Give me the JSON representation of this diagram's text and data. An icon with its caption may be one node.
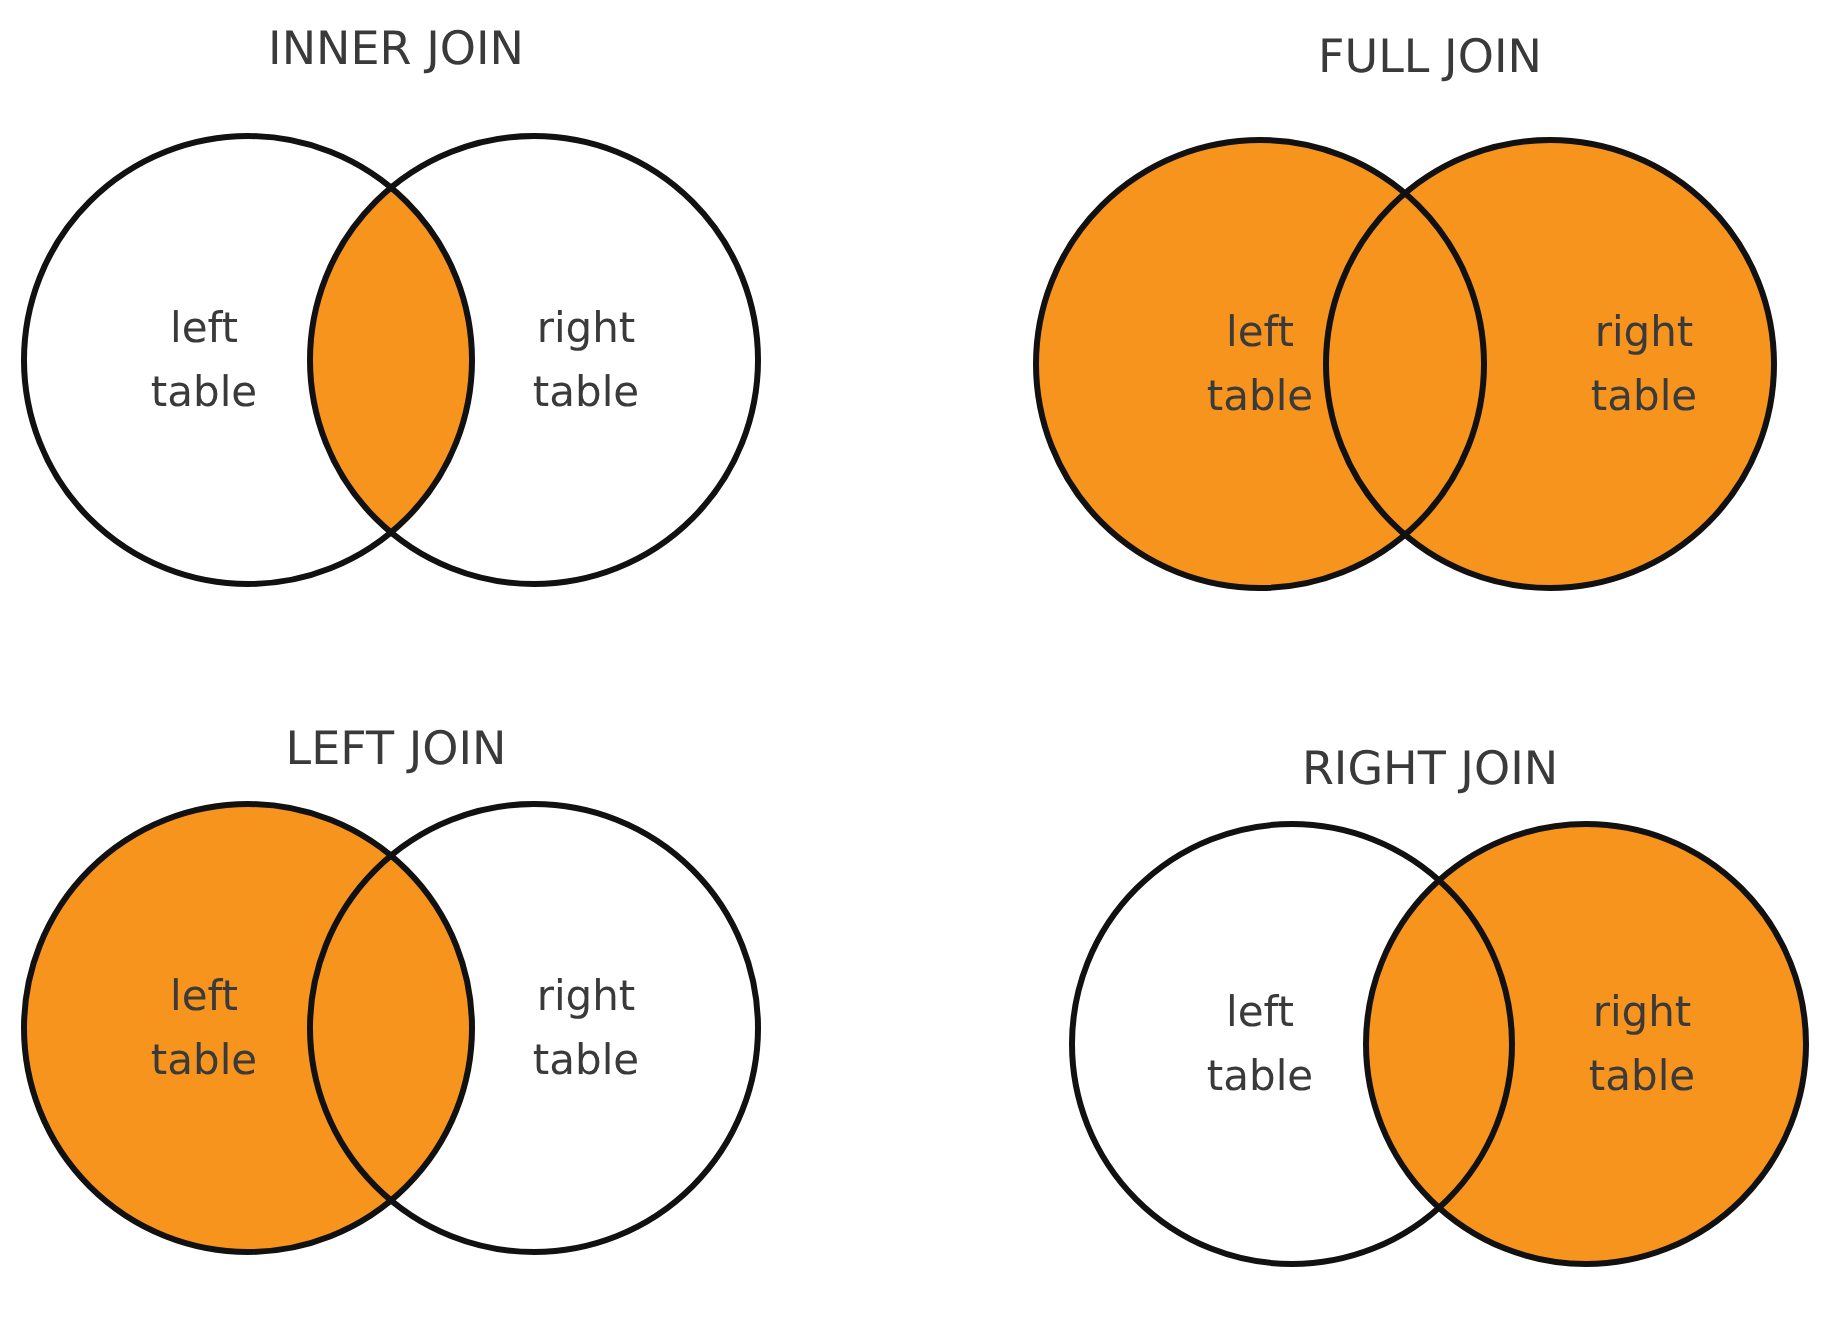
{
  "diagram": {
    "nodes": [
      {
        "text": [
          "left table"
        ]
      },
      {
        "text": [
          "right table"
        ]
      },
      {
        "text": [
          "left table"
        ]
      },
      {
        "text": [
          "right table"
        ]
      },
      {
        "text": [
          "left table"
        ]
      },
      {
        "text": [
          "right table"
        ]
      },
      {
        "text": [
          "left table"
        ]
      },
      {
        "text": [
          "right table"
        ]
      }
    ],
    "labels": [
      "INNER JOIN",
      "FULL JOIN",
      "LEFT JOIN",
      "RIGHT JOIN"
    ]
  }
}
